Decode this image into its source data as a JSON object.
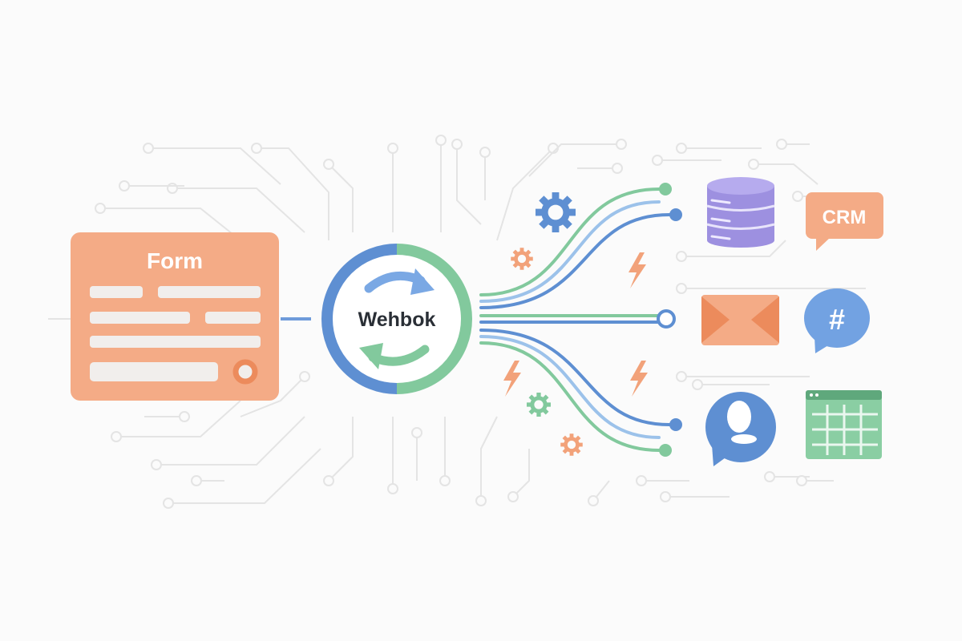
{
  "source": {
    "title": "Form"
  },
  "hub": {
    "label": "Wehbok"
  },
  "destinations": {
    "crm": "CRM",
    "chat_symbol": "#"
  },
  "colors": {
    "orange": "#F4AB86",
    "orange_dark": "#EC8B5C",
    "blue": "#5E8FD2",
    "green": "#82C99D",
    "purple": "#9D90E0",
    "trace": "#e6e6e6"
  },
  "icons": [
    "form-card",
    "sync-icon",
    "gear-icon",
    "lightning-icon",
    "database-icon",
    "crm-bubble-icon",
    "envelope-icon",
    "hashtag-chat-icon",
    "chat-bubble-icon",
    "spreadsheet-icon"
  ]
}
